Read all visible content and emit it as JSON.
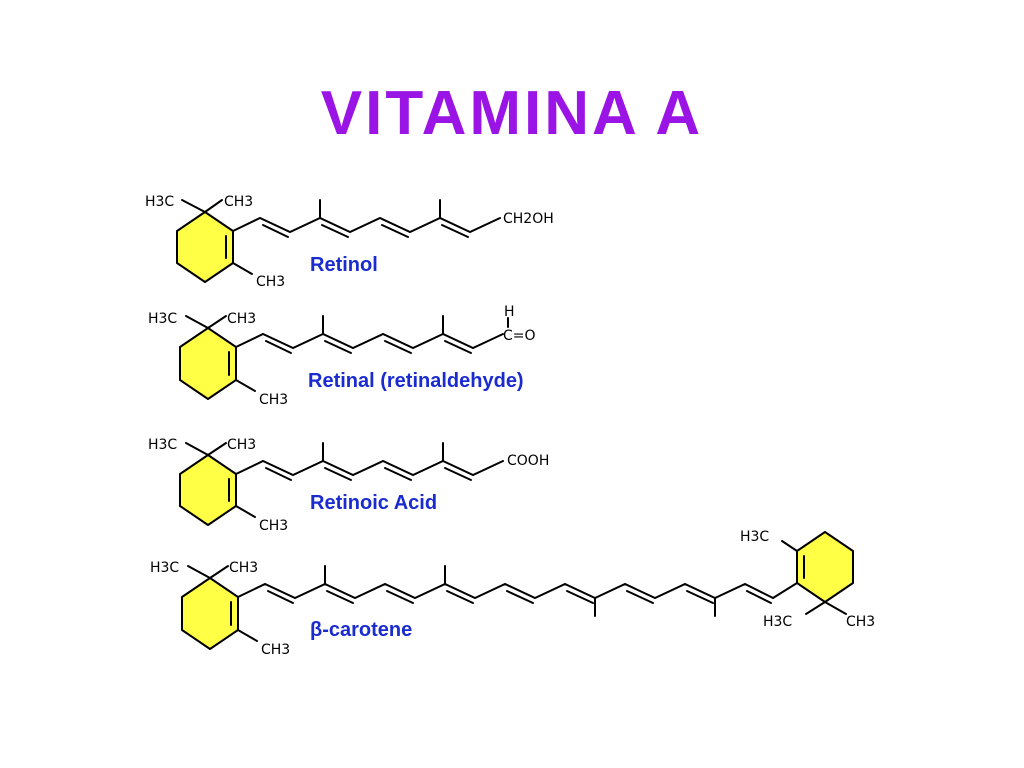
{
  "slide": {
    "title": "VITAMINA A",
    "title_color": "#9a14e6"
  },
  "colors": {
    "ring_fill": "#ffff45",
    "label_blue": "#1a2bd0"
  },
  "molecules": [
    {
      "name": "Retinol",
      "labels": {
        "h3c_top": "H3C",
        "ch3_top": "CH3",
        "ch3_ring": "CH3",
        "end_group": "CH2OH"
      }
    },
    {
      "name": "Retinal (retinaldehyde)",
      "labels": {
        "h3c_top": "H3C",
        "ch3_top": "CH3",
        "ch3_ring": "CH3",
        "end_h": "H",
        "end_group": "C=O"
      }
    },
    {
      "name": "Retinoic Acid",
      "labels": {
        "h3c_top": "H3C",
        "ch3_top": "CH3",
        "ch3_ring": "CH3",
        "end_group": "COOH"
      }
    },
    {
      "name": "β-carotene",
      "labels": {
        "h3c_top": "H3C",
        "ch3_top": "CH3",
        "ch3_ring": "CH3",
        "r_h3c_top": "H3C",
        "r_h3c_bottom": "H3C",
        "r_ch3_bottom": "CH3"
      }
    }
  ]
}
